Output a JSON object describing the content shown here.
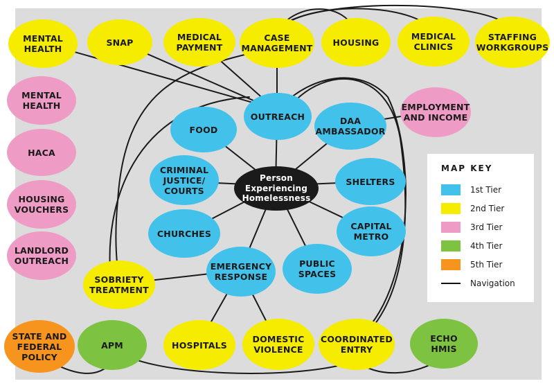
{
  "center": {
    "label": "Person\nExperiencing\nHomelessness",
    "color": "#1a1a1a"
  },
  "colors": {
    "tier1": "#42c1ea",
    "tier2": "#f5ec00",
    "tier3": "#ee9cc6",
    "tier4": "#7ec242",
    "tier5": "#f7941d",
    "link": "#1a1a1a"
  },
  "nodes": {
    "mental_health_2": "MENTAL\nHEALTH",
    "snap": "SNAP",
    "medical_payment": "MEDICAL\nPAYMENT",
    "case_management": "CASE\nMANAGEMENT",
    "housing": "HOUSING",
    "medical_clinics": "MEDICAL\nCLINICS",
    "staffing_workgroups": "STAFFING\nWORKGROUPS",
    "mental_health_3": "MENTAL\nHEALTH",
    "haca": "HACA",
    "housing_vouchers": "HOUSING\nVOUCHERS",
    "landlord_outreach": "LANDLORD\nOUTREACH",
    "outreach": "OUTREACH",
    "food": "FOOD",
    "daa_ambassador": "DAA\nAMBASSADOR",
    "employment_income": "EMPLOYMENT\nAND INCOME",
    "criminal_justice": "CRIMINAL\nJUSTICE/\nCOURTS",
    "shelters": "SHELTERS",
    "churches": "CHURCHES",
    "capital_metro": "CAPITAL\nMETRO",
    "emergency_response": "EMERGENCY\nRESPONSE",
    "public_spaces": "PUBLIC\nSPACES",
    "sobriety_treatment": "SOBRIETY\nTREATMENT",
    "state_federal_policy": "STATE AND\nFEDERAL\nPOLICY",
    "apm": "APM",
    "hospitals": "HOSPITALS",
    "domestic_violence": "DOMESTIC\nVIOLENCE",
    "coordinated_entry": "COORDINATED\nENTRY",
    "echo_hmis": "ECHO\nHMIS"
  },
  "legend": {
    "title": "MAP KEY",
    "items": [
      {
        "label": "1st Tier",
        "color": "#42c1ea"
      },
      {
        "label": "2nd Tier",
        "color": "#f5ec00"
      },
      {
        "label": "3rd Tier",
        "color": "#ee9cc6"
      },
      {
        "label": "4th Tier",
        "color": "#7ec242"
      },
      {
        "label": "5th Tier",
        "color": "#f7941d"
      }
    ],
    "navigation_label": "Navigation"
  }
}
